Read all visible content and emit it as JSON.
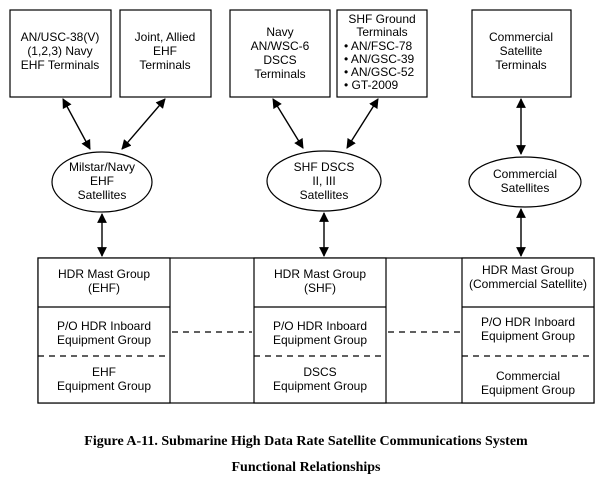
{
  "terminals": [
    {
      "id": "usc38",
      "lines": [
        "AN/USC-38(V)",
        "(1,2,3) Navy",
        "EHF Terminals"
      ]
    },
    {
      "id": "joint",
      "lines": [
        "Joint, Allied",
        "EHF",
        "Terminals"
      ]
    },
    {
      "id": "wsc6",
      "lines": [
        "Navy",
        "AN/WSC-6",
        "DSCS",
        "Terminals"
      ]
    },
    {
      "id": "shfground",
      "lines": [
        "SHF Ground",
        "Terminals",
        "• AN/FSC-78",
        "• AN/GSC-39",
        "• AN/GSC-52",
        "• GT-2009"
      ]
    },
    {
      "id": "commercial",
      "lines": [
        "Commercial",
        "Satellite",
        "Terminals"
      ]
    }
  ],
  "satellites": [
    {
      "id": "milstar",
      "lines": [
        "Milstar/Navy",
        "EHF",
        "Satellites"
      ]
    },
    {
      "id": "shfdscs",
      "lines": [
        "SHF DSCS",
        "II, III",
        "Satellites"
      ]
    },
    {
      "id": "commercial",
      "lines": [
        "Commercial",
        "Satellites"
      ]
    }
  ],
  "groups": [
    {
      "id": "ehf",
      "mast": [
        "HDR Mast Group",
        "(EHF)"
      ],
      "inboard": [
        "P/O HDR Inboard",
        "Equipment Group"
      ],
      "equipment": [
        "EHF",
        "Equipment Group"
      ]
    },
    {
      "id": "shf",
      "mast": [
        "HDR Mast Group",
        "(SHF)"
      ],
      "inboard": [
        "P/O HDR Inboard",
        "Equipment Group"
      ],
      "equipment": [
        "DSCS",
        "Equipment Group"
      ]
    },
    {
      "id": "comm",
      "mast": [
        "HDR Mast Group",
        "(Commercial Satellite)"
      ],
      "inboard": [
        "P/O HDR Inboard",
        "Equipment Group"
      ],
      "equipment": [
        "Commercial",
        "Equipment Group"
      ]
    }
  ],
  "caption": {
    "line1": "Figure A-11.  Submarine High Data Rate Satellite Communications System",
    "line2": "Functional Relationships"
  }
}
